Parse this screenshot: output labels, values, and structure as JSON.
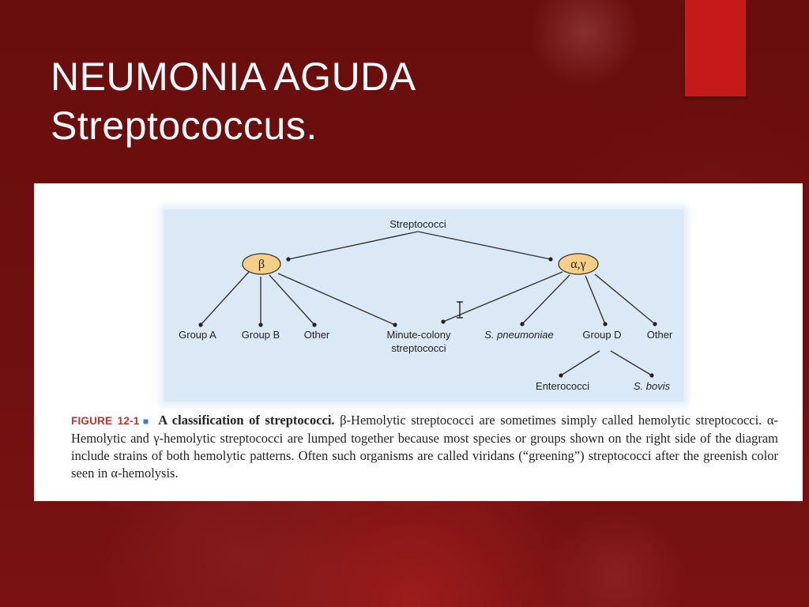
{
  "slide": {
    "title_line1": "NEUMONIA AGUDA",
    "title_line2": "Streptococcus."
  },
  "colors": {
    "background": "#6e0f0f",
    "accent": "#c41a1a",
    "diagram_background": "#dbe9f6",
    "node_fill": "#f6cf86",
    "figure_number": "#b8362e"
  },
  "diagram": {
    "root": "Streptococci",
    "beta_node": "β",
    "alpha_gamma_node": "α,γ",
    "beta_children": [
      "Group A",
      "Group B",
      "Other"
    ],
    "shared_child_line1": "Minute-colony",
    "shared_child_line2": "streptococci",
    "alpha_gamma_children": [
      "S. pneumoniae",
      "Group D",
      "Other"
    ],
    "group_d_children": [
      "Enterococci",
      "S. bovis"
    ]
  },
  "caption": {
    "figure_number": "FIGURE 12-1",
    "bold_text": "A classification of streptococci.",
    "body_text": " β-Hemolytic streptococci are sometimes simply called hemolytic streptococci. α-Hemolytic and γ-hemolytic streptococci are lumped together because most species or groups shown on the right side of the diagram include strains of both hemolytic patterns. Often such organisms are called viridans (“greening”) streptococci after the greenish color seen in α-hemolysis."
  }
}
